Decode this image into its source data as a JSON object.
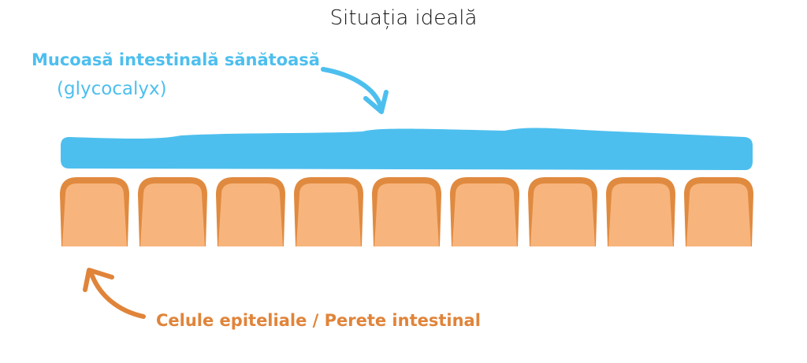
{
  "title": "Situația ideală",
  "labels": {
    "mucosa": "Mucoasă intestinală sănătoasă",
    "glycocalyx": "(glycocalyx)",
    "cells": "Celule epiteliale / Perete intestinal"
  },
  "cell_count": 9,
  "colors": {
    "mucosa": "#4DBFEE",
    "cell_border": "#E08A40",
    "cell_fill": "#F7B57D",
    "cells_label": "#E0843A"
  }
}
